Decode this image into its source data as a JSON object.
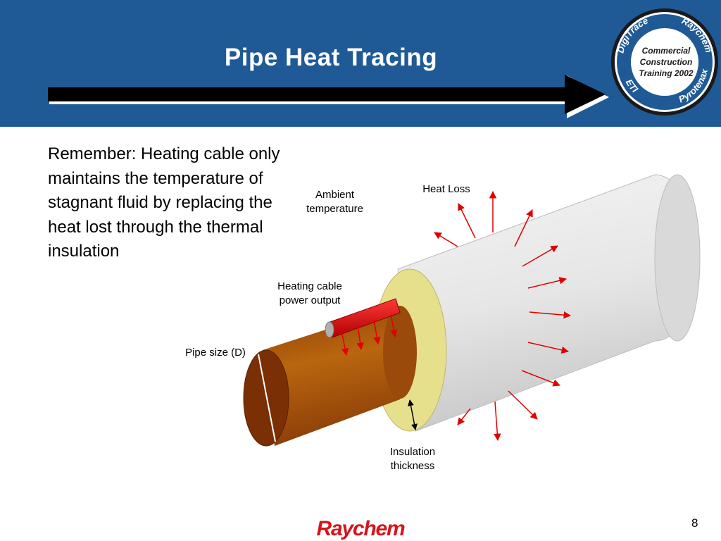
{
  "slide": {
    "title": "Pipe Heat Tracing",
    "body_text": "Remember: Heating cable only maintains the temperature of stagnant fluid by replacing the heat lost through the thermal insulation",
    "page_number": "8"
  },
  "badge": {
    "top_left": "DigiTrace",
    "top_right": "Raychem",
    "bottom_left": "ETI",
    "bottom_right": "Pyrotenax",
    "line1": "Commercial",
    "line2": "Construction",
    "line3": "Training 2002"
  },
  "diagram": {
    "labels": {
      "heat_loss": "Heat Loss",
      "ambient": "Ambient\ntemperature",
      "heating_cable": "Heating cable\npower output",
      "pipe_size": "Pipe size (D)",
      "insulation": "Insulation\nthickness"
    }
  },
  "footer": {
    "brand": "Raychem"
  },
  "colors": {
    "header_blue": "#1f5a96",
    "brand_red": "#d7141a",
    "arrow_red": "#e00000",
    "pipe_copper": "#a8560e",
    "insulation_yellow": "#e6e08c",
    "jacket_gray": "#e8e8e8"
  }
}
